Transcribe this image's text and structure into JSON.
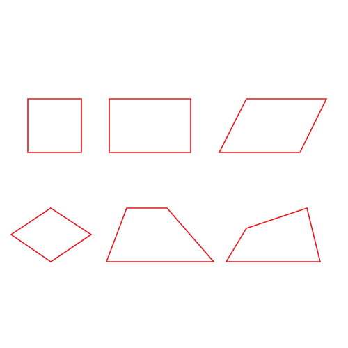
{
  "colors": {
    "background": "#ffffff",
    "stroke": "#e8141c"
  },
  "shapes": [
    {
      "name": "square-shape",
      "kind": "square"
    },
    {
      "name": "rectangle-shape",
      "kind": "rectangle"
    },
    {
      "name": "parallelogram-shape",
      "kind": "parallelogram"
    },
    {
      "name": "rhombus-shape",
      "kind": "rhombus"
    },
    {
      "name": "trapezoid-shape",
      "kind": "trapezoid"
    },
    {
      "name": "irregular-quadrilateral-shape",
      "kind": "quadrilateral"
    }
  ]
}
